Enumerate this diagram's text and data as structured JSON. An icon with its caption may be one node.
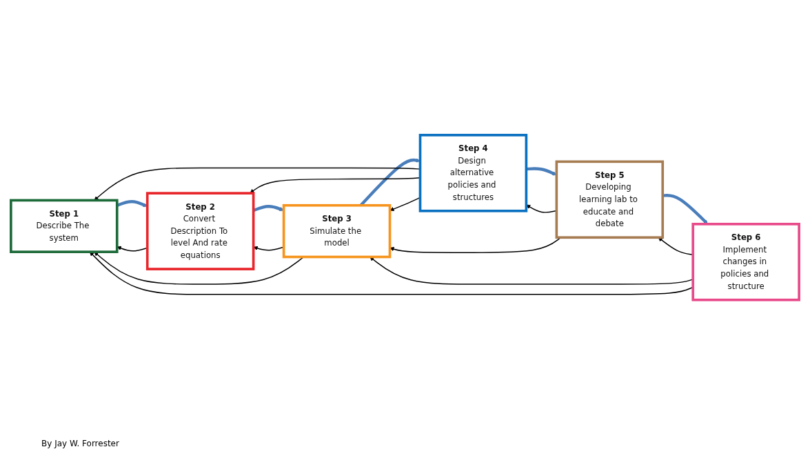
{
  "diagram": {
    "nodes": [
      {
        "text": [
          "Step 1",
          "Describe The system"
        ]
      },
      {
        "text": [
          "Step 2",
          "Convert Description To level And rate equations"
        ]
      },
      {
        "text": [
          "Step 3",
          "Simulate the model"
        ]
      },
      {
        "text": [
          "Step 4",
          "Design alternative policies and structures"
        ]
      },
      {
        "text": [
          "Step 5",
          "Developing learning lab to educate and debate"
        ]
      },
      {
        "text": [
          "Step 6",
          "Implement changes in policies and structure"
        ]
      }
    ],
    "edges": [
      {
        "from": 0,
        "to": 1,
        "arrow": "to",
        "style": "thick",
        "color": "#4a7ebb"
      },
      {
        "from": 1,
        "to": 2,
        "arrow": "to",
        "style": "thick",
        "color": "#4a7ebb"
      },
      {
        "from": 2,
        "to": 3,
        "arrow": "to",
        "style": "thick",
        "color": "#4a7ebb"
      },
      {
        "from": 3,
        "to": 4,
        "arrow": "to",
        "style": "thick",
        "color": "#4a7ebb"
      },
      {
        "from": 4,
        "to": 5,
        "arrow": "to",
        "style": "thick",
        "color": "#4a7ebb"
      },
      {
        "from": 3,
        "to": 0,
        "arrow": "to"
      },
      {
        "from": 3,
        "to": 1,
        "arrow": "to"
      },
      {
        "from": 3,
        "to": 2,
        "arrow": "to"
      },
      {
        "from": 4,
        "to": 3,
        "arrow": "to"
      },
      {
        "from": 5,
        "to": 4,
        "arrow": "to"
      },
      {
        "from": 1,
        "to": 0,
        "arrow": "to"
      },
      {
        "from": 2,
        "to": 1,
        "arrow": "to"
      },
      {
        "from": 2,
        "to": 0,
        "arrow": "to"
      },
      {
        "from": 4,
        "to": 2,
        "arrow": "to"
      },
      {
        "from": 5,
        "to": 2,
        "arrow": "to"
      },
      {
        "from": 5,
        "to": 0,
        "arrow": "to"
      }
    ],
    "labels": [
      "By Jay W. Forrester"
    ]
  }
}
